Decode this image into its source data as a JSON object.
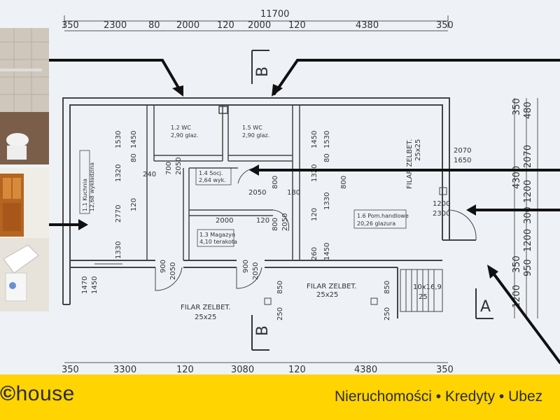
{
  "overall_dimension": "11700",
  "top_dimensions": [
    "350",
    "2300",
    "80",
    "2000",
    "120",
    "2000",
    "120",
    "4380",
    "350"
  ],
  "bottom_dimensions": [
    "350",
    "3300",
    "120",
    "3080",
    "120",
    "4380",
    "350"
  ],
  "right_dimensions": [
    "350",
    "480",
    "2070",
    "4300",
    "1200",
    "300",
    "1200",
    "950",
    "350",
    "1200"
  ],
  "interior_dimensions": [
    "1530",
    "1450",
    "1320",
    "80",
    "2770",
    "120",
    "1330",
    "240",
    "700",
    "2050",
    "2050",
    "800",
    "180",
    "800",
    "2050",
    "2000",
    "120",
    "1450",
    "1530",
    "1320",
    "80",
    "800",
    "120",
    "1330",
    "260",
    "1450",
    "2070",
    "1650",
    "1200",
    "2300",
    "900",
    "2050",
    "900",
    "2050",
    "1470",
    "1450",
    "850",
    "250",
    "850",
    "250"
  ],
  "rooms": [
    {
      "number": "1.1",
      "name": "Kuchnia",
      "detail": "12,68 wykładzina"
    },
    {
      "number": "1.2",
      "name": "WC",
      "detail": "2,90 glaz."
    },
    {
      "number": "1.5",
      "name": "WC",
      "detail": "2,90 glaz."
    },
    {
      "number": "1.4",
      "name": "Socj.",
      "detail": "2,64 wyk."
    },
    {
      "number": "1.3",
      "name": "Magazyn",
      "detail": "4,10 terakota"
    },
    {
      "number": "1.6",
      "name": "Pom.handlowe",
      "detail": "20,26 glazura"
    }
  ],
  "labels": {
    "filar_left": "FILAR ZELBET.",
    "filar_left_size": "25x25",
    "filar_right": "FILAR ZELBET.",
    "filar_right_size": "25x25",
    "filar_wall": "FILAR ZELBET.",
    "filar_wall_size": "25x25",
    "stairs": "10x16,9",
    "stairs_sub": "25",
    "section_b": "B",
    "section_a": "A"
  },
  "footer": {
    "logo": "house",
    "tagline": "Nieruchomości • Kredyty • Ubez"
  },
  "colors": {
    "footer_bg": "#ffd400",
    "paper": "#eef2f6",
    "ink": "#333333"
  }
}
